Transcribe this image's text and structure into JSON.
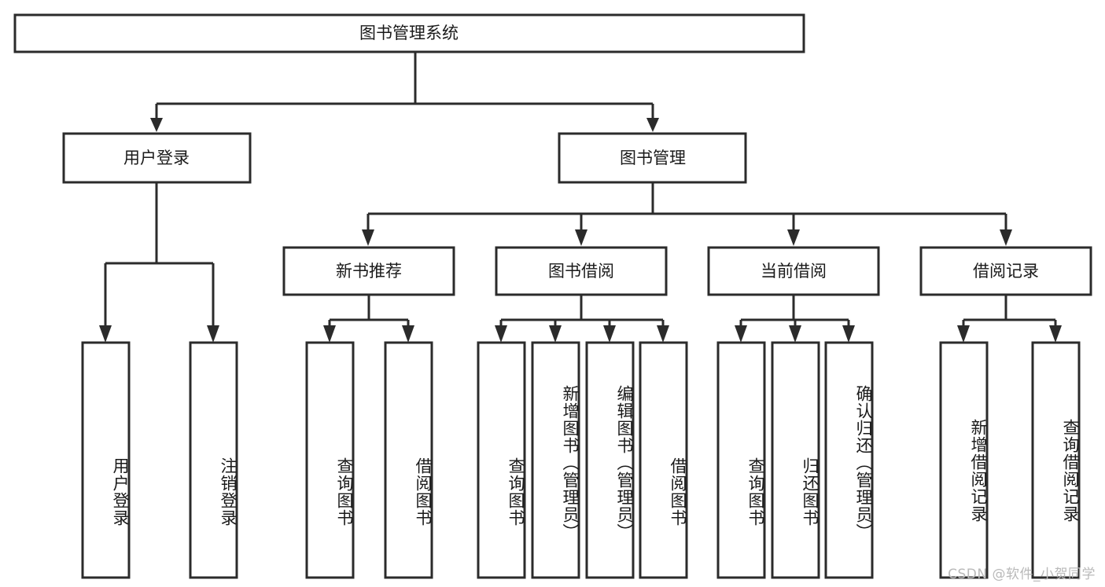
{
  "diagram": {
    "type": "tree-hierarchy-chart",
    "title": "图书管理系统",
    "orientation": "top-down",
    "colors": {
      "box_stroke": "#2b2b2b",
      "box_fill": "#ffffff",
      "text": "#1a1a1a",
      "background": "#ffffff",
      "watermark": "#b9b9b9"
    },
    "root": {
      "label": "图书管理系统"
    },
    "level2": [
      {
        "id": "user-login",
        "label": "用户登录"
      },
      {
        "id": "book-management",
        "label": "图书管理"
      }
    ],
    "level3": [
      {
        "id": "new-book-recommend",
        "label": "新书推荐",
        "parent": "book-management"
      },
      {
        "id": "book-borrow",
        "label": "图书借阅",
        "parent": "book-management"
      },
      {
        "id": "current-borrow",
        "label": "当前借阅",
        "parent": "book-management"
      },
      {
        "id": "borrow-record",
        "label": "借阅记录",
        "parent": "book-management"
      }
    ],
    "leaves": {
      "user-login": [
        {
          "id": "leaf-user-login",
          "label": "用户登录"
        },
        {
          "id": "leaf-logout-login",
          "label": "注销登录"
        }
      ],
      "new-book-recommend": [
        {
          "id": "leaf-query-book-1",
          "label": "查询图书"
        },
        {
          "id": "leaf-borrow-book-1",
          "label": "借阅图书"
        }
      ],
      "book-borrow": [
        {
          "id": "leaf-query-book-2",
          "label": "查询图书"
        },
        {
          "id": "leaf-add-book",
          "label": "新增图书（管理员）"
        },
        {
          "id": "leaf-edit-book",
          "label": "编辑图书（管理员）"
        },
        {
          "id": "leaf-borrow-book-2",
          "label": "借阅图书"
        }
      ],
      "current-borrow": [
        {
          "id": "leaf-query-book-3",
          "label": "查询图书"
        },
        {
          "id": "leaf-return-book",
          "label": "归还图书"
        },
        {
          "id": "leaf-confirm-return",
          "label": "确认归还（管理员）"
        }
      ],
      "borrow-record": [
        {
          "id": "leaf-add-record",
          "label": "新增借阅记录"
        },
        {
          "id": "leaf-query-record",
          "label": "查询借阅记录"
        }
      ]
    }
  },
  "watermark": {
    "text": "CSDN @软件_小贺同学"
  }
}
